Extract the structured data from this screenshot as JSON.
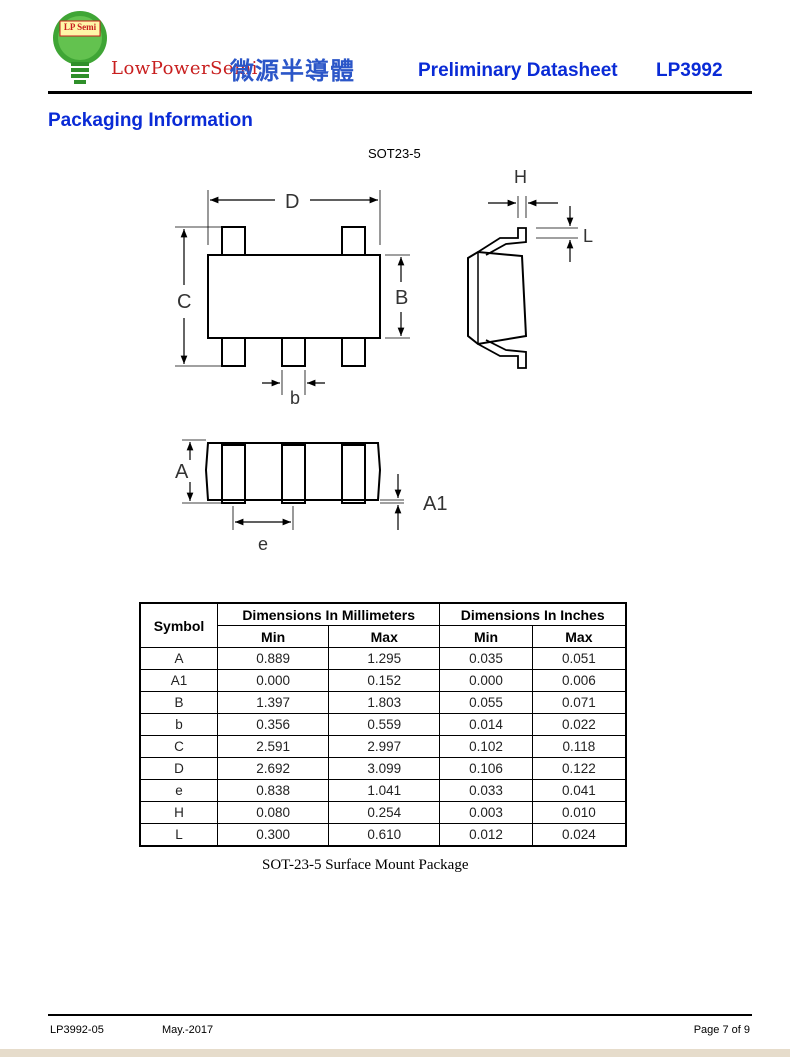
{
  "header": {
    "logo_badge": "LP Semi",
    "brand_name": "LowPowerSemi",
    "brand_chinese": "微源半導體",
    "doc_type": "Preliminary Datasheet",
    "part_number": "LP3992"
  },
  "section": {
    "title": "Packaging Information"
  },
  "package": {
    "name": "SOT23-5"
  },
  "drawing_labels": {
    "D": "D",
    "C": "C",
    "B": "B",
    "b": "b",
    "H": "H",
    "L": "L",
    "A": "A",
    "A1": "A1",
    "e": "e"
  },
  "table": {
    "symbol_header": "Symbol",
    "group_mm": "Dimensions In Millimeters",
    "group_in": "Dimensions In Inches",
    "sub_headers": [
      "Min",
      "Max",
      "Min",
      "Max"
    ],
    "rows": [
      [
        "A",
        "0.889",
        "1.295",
        "0.035",
        "0.051"
      ],
      [
        "A1",
        "0.000",
        "0.152",
        "0.000",
        "0.006"
      ],
      [
        "B",
        "1.397",
        "1.803",
        "0.055",
        "0.071"
      ],
      [
        "b",
        "0.356",
        "0.559",
        "0.014",
        "0.022"
      ],
      [
        "C",
        "2.591",
        "2.997",
        "0.102",
        "0.118"
      ],
      [
        "D",
        "2.692",
        "3.099",
        "0.106",
        "0.122"
      ],
      [
        "e",
        "0.838",
        "1.041",
        "0.033",
        "0.041"
      ],
      [
        "H",
        "0.080",
        "0.254",
        "0.003",
        "0.010"
      ],
      [
        "L",
        "0.300",
        "0.610",
        "0.012",
        "0.024"
      ]
    ],
    "caption": "SOT-23-5 Surface Mount Package"
  },
  "footer": {
    "doc_rev": "LP3992-05",
    "date": "May.-2017",
    "page": "Page 7 of 9"
  },
  "colors": {
    "heading_blue": "#0a2bd6",
    "brand_red": "#c81e1e",
    "brand_blue": "#2b56c8",
    "logo_green": "#3fa535"
  }
}
